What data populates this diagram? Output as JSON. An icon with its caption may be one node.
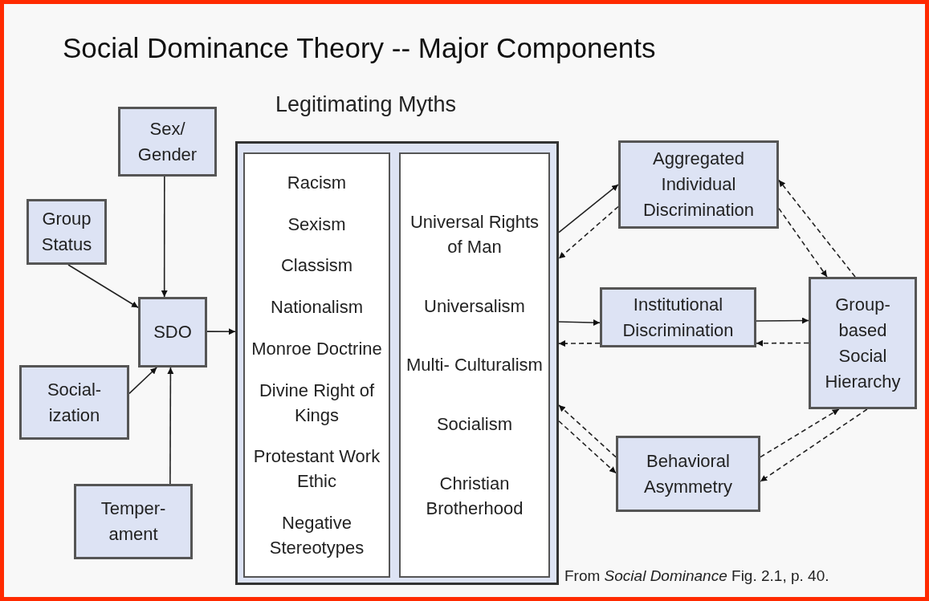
{
  "diagram": {
    "title": "Social Dominance Theory -- Major Components",
    "nodes": [
      {
        "text": [
          "Sex/ Gender"
        ]
      },
      {
        "text": [
          "Group Status"
        ]
      },
      {
        "text": [
          "SDO"
        ]
      },
      {
        "text": [
          "Social- ization"
        ]
      },
      {
        "text": [
          "Temper- ament"
        ]
      },
      {
        "text": [
          "Legitimating Myths"
        ]
      },
      {
        "text": [
          "Racism",
          "Sexism",
          "Classism",
          "Nationalism",
          "Monroe Doctrine",
          "Divine Right of Kings",
          "Protestant Work Ethic",
          "Negative Stereotypes"
        ],
        "in": 5
      },
      {
        "text": [
          "Universal Rights of Man",
          "Universalism",
          "Multi- Culturalism",
          "Socialism",
          "Christian Brotherhood"
        ],
        "in": 5
      },
      {
        "text": [
          "Aggregated Individual Discrimination"
        ]
      },
      {
        "text": [
          "Institutional Discrimination"
        ]
      },
      {
        "text": [
          "Behavioral Asymmetry"
        ]
      },
      {
        "text": [
          "Group- based Social Hierarchy"
        ]
      }
    ],
    "edges": [
      {
        "from": 0,
        "to": 2,
        "arrow": "to"
      },
      {
        "from": 1,
        "to": 2,
        "arrow": "to"
      },
      {
        "from": 3,
        "to": 2,
        "arrow": "to"
      },
      {
        "from": 4,
        "to": 2,
        "arrow": "to"
      },
      {
        "from": 2,
        "to": 5,
        "arrow": "to"
      },
      {
        "from": 5,
        "to": 8,
        "arrow": "to"
      },
      {
        "from": 8,
        "to": 5,
        "arrow": "to",
        "style": "dashed"
      },
      {
        "from": 5,
        "to": 9,
        "arrow": "to"
      },
      {
        "from": 9,
        "to": 5,
        "arrow": "to",
        "style": "dashed"
      },
      {
        "from": 10,
        "to": 5,
        "arrow": "to",
        "style": "dashed"
      },
      {
        "from": 5,
        "to": 10,
        "arrow": "to",
        "style": "dashed"
      },
      {
        "from": 8,
        "to": 11,
        "arrow": "to",
        "style": "dashed"
      },
      {
        "from": 11,
        "to": 8,
        "arrow": "to",
        "style": "dashed"
      },
      {
        "from": 9,
        "to": 11,
        "arrow": "to"
      },
      {
        "from": 11,
        "to": 9,
        "arrow": "to",
        "style": "dashed"
      },
      {
        "from": 10,
        "to": 11,
        "arrow": "to",
        "style": "dashed"
      },
      {
        "from": 11,
        "to": 10,
        "arrow": "to",
        "style": "dashed"
      }
    ],
    "labels": [
      "From *Social Dominance* Fig. 2.1, p. 40."
    ]
  }
}
